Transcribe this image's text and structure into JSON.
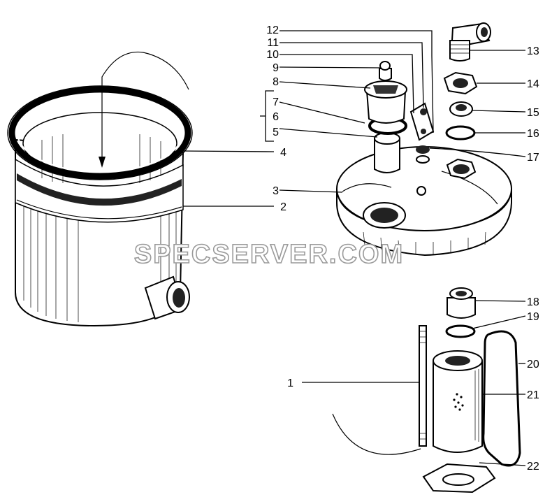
{
  "callouts": [
    {
      "id": "12",
      "label": "12"
    },
    {
      "id": "11",
      "label": "11"
    },
    {
      "id": "10",
      "label": "10"
    },
    {
      "id": "9",
      "label": "9"
    },
    {
      "id": "8",
      "label": "8"
    },
    {
      "id": "7",
      "label": "7"
    },
    {
      "id": "6",
      "label": "6"
    },
    {
      "id": "5",
      "label": "5"
    },
    {
      "id": "4",
      "label": "4"
    },
    {
      "id": "3",
      "label": "3"
    },
    {
      "id": "2",
      "label": "2"
    },
    {
      "id": "13",
      "label": "13"
    },
    {
      "id": "14",
      "label": "14"
    },
    {
      "id": "15",
      "label": "15"
    },
    {
      "id": "16",
      "label": "16"
    },
    {
      "id": "17",
      "label": "17"
    },
    {
      "id": "18",
      "label": "18"
    },
    {
      "id": "19",
      "label": "19"
    },
    {
      "id": "20",
      "label": "20"
    },
    {
      "id": "1",
      "label": "1"
    },
    {
      "id": "21",
      "label": "21"
    },
    {
      "id": "22",
      "label": "22"
    }
  ],
  "watermark": "SPECSERVER.COM"
}
